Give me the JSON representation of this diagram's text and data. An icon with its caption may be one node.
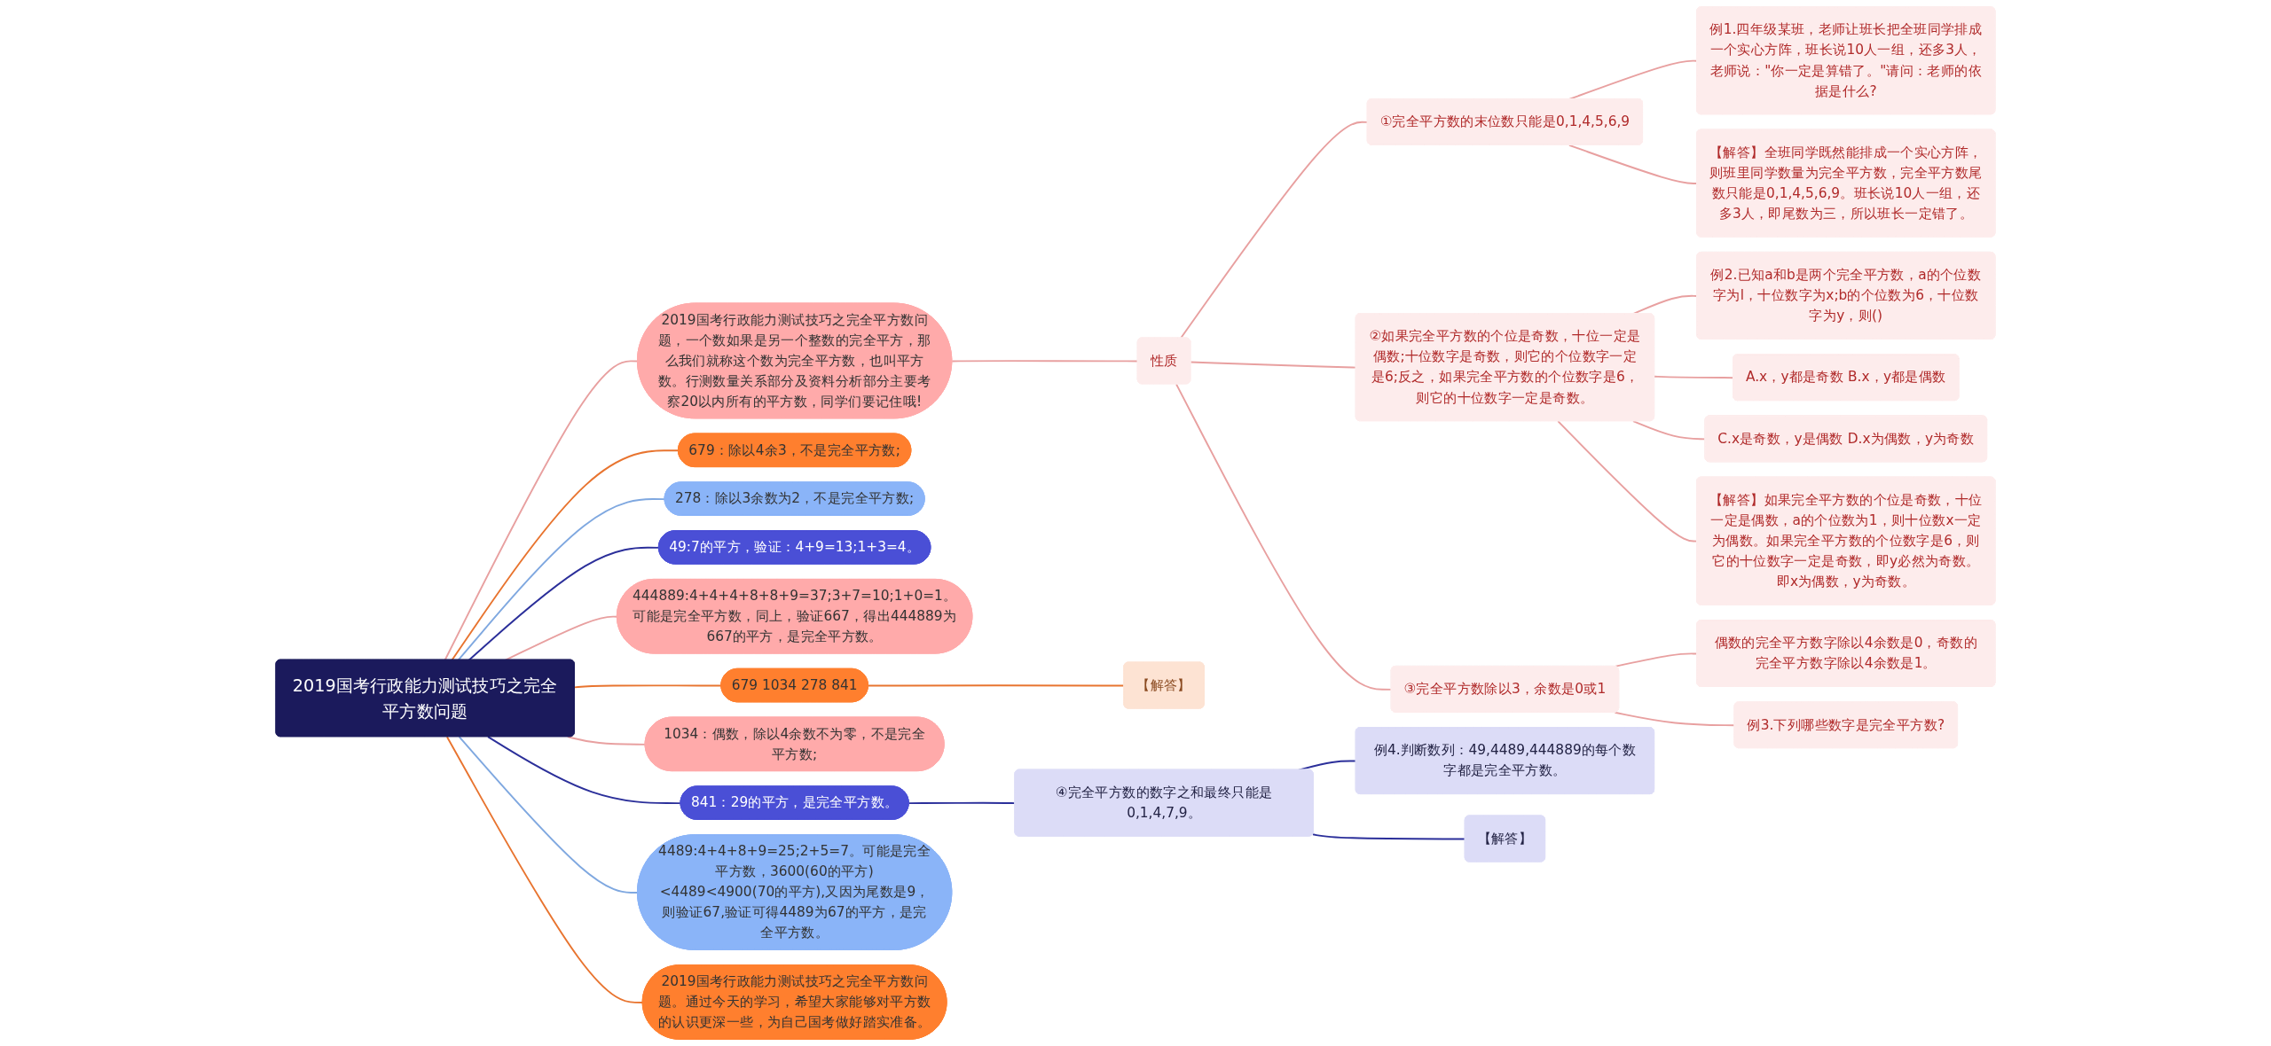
{
  "diagram": {
    "nodes": [
      {
        "text": [
          "2019国考行政能力测试技巧之完全平方数问题"
        ]
      },
      {
        "text": [
          "2019国考行政能力测试技巧之完全平方数问题，一个数如果是另一个整数的完全平方，那么我们就称这个数为完全平方数，也叫平方数。行测数量关系部分及资料分析部分主要考察20以内所有的平方数，同学们要记住哦!"
        ]
      },
      {
        "text": [
          "性质"
        ]
      },
      {
        "text": [
          "①完全平方数的末位数只能是0,1,4,5,6,9"
        ]
      },
      {
        "text": [
          "例1.四年级某班，老师让班长把全班同学排成一个实心方阵，班长说10人一组，还多3人，老师说：\"你一定是算错了。\"请问：老师的依据是什么?"
        ]
      },
      {
        "text": [
          "【解答】全班同学既然能排成一个实心方阵，则班里同学数量为完全平方数，完全平方数尾数只能是0,1,4,5,6,9。班长说10人一组，还多3人，即尾数为三，所以班长一定错了。"
        ]
      },
      {
        "text": [
          "②如果完全平方数的个位是奇数，十位一定是偶数;十位数字是奇数，则它的个位数字一定是6;反之，如果完全平方数的个位数字是6，则它的十位数字一定是奇数。"
        ]
      },
      {
        "text": [
          "例2.已知a和b是两个完全平方数，a的个位数字为l，十位数字为x;b的个位数为6，十位数字为y，则()"
        ]
      },
      {
        "text": [
          "A.x，y都是奇数 B.x，y都是偶数"
        ]
      },
      {
        "text": [
          "C.x是奇数，y是偶数 D.x为偶数，y为奇数"
        ]
      },
      {
        "text": [
          "【解答】如果完全平方数的个位是奇数，十位一定是偶数，a的个位数为1，则十位数x一定为偶数。如果完全平方数的个位数字是6，则它的十位数字一定是奇数，即y必然为奇数。即x为偶数，y为奇数。"
        ]
      },
      {
        "text": [
          "③完全平方数除以3，余数是0或1"
        ]
      },
      {
        "text": [
          "偶数的完全平方数字除以4余数是0，奇数的完全平方数字除以4余数是1。"
        ]
      },
      {
        "text": [
          "例3.下列哪些数字是完全平方数?"
        ]
      },
      {
        "text": [
          "679：除以4余3，不是完全平方数;"
        ]
      },
      {
        "text": [
          "278：除以3余数为2，不是完全平方数;"
        ]
      },
      {
        "text": [
          "49:7的平方，验证：4+9=13;1+3=4。"
        ]
      },
      {
        "text": [
          "444889:4+4+4+8+8+9=37;3+7=10;1+0=1。可能是完全平方数，同上，验证667，得出444889为667的平方，是完全平方数。"
        ]
      },
      {
        "text": [
          "679 1034 278 841"
        ]
      },
      {
        "text": [
          "【解答】"
        ]
      },
      {
        "text": [
          "1034：偶数，除以4余数不为零，不是完全平方数;"
        ]
      },
      {
        "text": [
          "841：29的平方，是完全平方数。"
        ]
      },
      {
        "text": [
          "④完全平方数的数字之和最终只能是0,1,4,7,9。"
        ]
      },
      {
        "text": [
          "例4.判断数列：49,4489,444889的每个数字都是完全平方数。"
        ]
      },
      {
        "text": [
          "【解答】"
        ]
      },
      {
        "text": [
          "4489:4+4+8+9=25;2+5=7。可能是完全平方数，3600(60的平方)<4489<4900(70的平方),又因为尾数是9，则验证67,验证可得4489为67的平方，是完全平方数。"
        ]
      },
      {
        "text": [
          "2019国考行政能力测试技巧之完全平方数问题。通过今天的学习，希望大家能够对平方数的认识更深一些，为自己国考做好踏实准备。"
        ]
      }
    ],
    "edges": [
      {
        "from": 0,
        "to": 1,
        "arrow": "none"
      },
      {
        "from": 1,
        "to": 2,
        "arrow": "none"
      },
      {
        "from": 2,
        "to": 3,
        "arrow": "none"
      },
      {
        "from": 3,
        "to": 4,
        "arrow": "none"
      },
      {
        "from": 3,
        "to": 5,
        "arrow": "none"
      },
      {
        "from": 2,
        "to": 6,
        "arrow": "none"
      },
      {
        "from": 6,
        "to": 7,
        "arrow": "none"
      },
      {
        "from": 6,
        "to": 8,
        "arrow": "none"
      },
      {
        "from": 6,
        "to": 9,
        "arrow": "none"
      },
      {
        "from": 6,
        "to": 10,
        "arrow": "none"
      },
      {
        "from": 2,
        "to": 11,
        "arrow": "none"
      },
      {
        "from": 11,
        "to": 12,
        "arrow": "none"
      },
      {
        "from": 11,
        "to": 13,
        "arrow": "none"
      },
      {
        "from": 0,
        "to": 14,
        "arrow": "none",
        "color": "#e8742f"
      },
      {
        "from": 0,
        "to": 15,
        "arrow": "none",
        "color": "#7fa8e0"
      },
      {
        "from": 0,
        "to": 16,
        "arrow": "none",
        "color": "#2b2f9a"
      },
      {
        "from": 0,
        "to": 17,
        "arrow": "none"
      },
      {
        "from": 0,
        "to": 18,
        "arrow": "none",
        "color": "#e8742f"
      },
      {
        "from": 18,
        "to": 19,
        "arrow": "none",
        "color": "#e8742f"
      },
      {
        "from": 0,
        "to": 20,
        "arrow": "none"
      },
      {
        "from": 0,
        "to": 21,
        "arrow": "none",
        "color": "#2b2f9a"
      },
      {
        "from": 21,
        "to": 22,
        "arrow": "none",
        "color": "#2b2f9a"
      },
      {
        "from": 22,
        "to": 23,
        "arrow": "none",
        "color": "#2b2f9a"
      },
      {
        "from": 22,
        "to": 24,
        "arrow": "none",
        "color": "#2b2f9a"
      },
      {
        "from": 0,
        "to": 25,
        "arrow": "none",
        "color": "#7fa8e0"
      },
      {
        "from": 0,
        "to": 26,
        "arrow": "none",
        "color": "#e8742f"
      }
    ]
  }
}
